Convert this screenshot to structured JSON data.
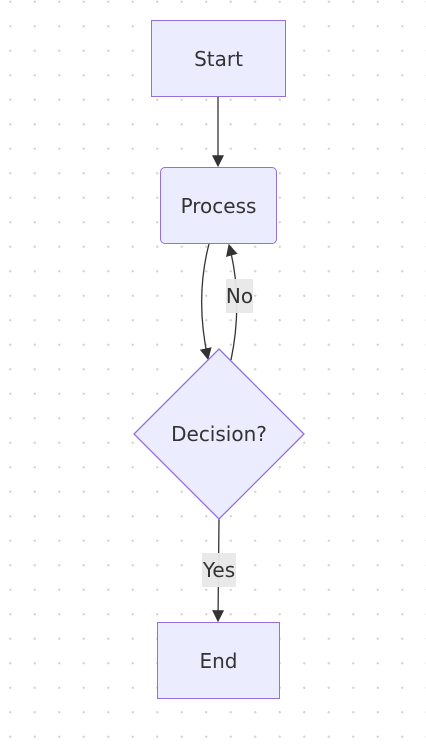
{
  "diagram": {
    "type": "flowchart",
    "nodes": {
      "start": {
        "label": "Start",
        "shape": "rectangle"
      },
      "process": {
        "label": "Process",
        "shape": "rounded-rectangle"
      },
      "decision": {
        "label": "Decision?",
        "shape": "diamond"
      },
      "end": {
        "label": "End",
        "shape": "rectangle"
      }
    },
    "edges": [
      {
        "from": "Start",
        "to": "Process",
        "label": ""
      },
      {
        "from": "Process",
        "to": "Decision?",
        "label": ""
      },
      {
        "from": "Decision?",
        "to": "Process",
        "label": "No"
      },
      {
        "from": "Decision?",
        "to": "End",
        "label": "Yes"
      }
    ],
    "edge_labels": {
      "no": "No",
      "yes": "Yes"
    },
    "colors": {
      "node_fill": "#ECECFF",
      "node_border": "#9370DB",
      "edge": "#333333",
      "edge_label_bg": "#E8E8E8",
      "text": "#333333",
      "background_dots": "#D4D4D4"
    }
  }
}
